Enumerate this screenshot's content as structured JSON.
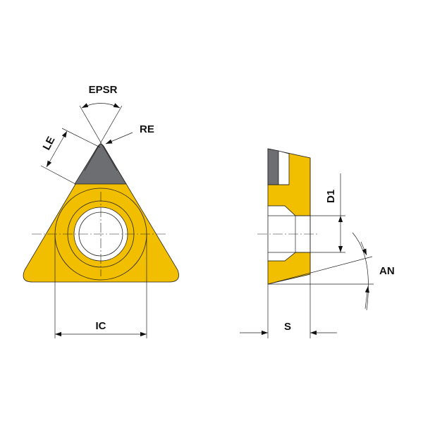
{
  "labels": {
    "epsr": "EPSR",
    "re": "RE",
    "le": "LE",
    "ic": "IC",
    "d1": "D1",
    "s": "S",
    "an": "AN"
  },
  "colors": {
    "insert_body": "#F2BE00",
    "cutting_tip": "#6D6E72",
    "hole_band": "#FFFFFF",
    "line": "#222222"
  }
}
